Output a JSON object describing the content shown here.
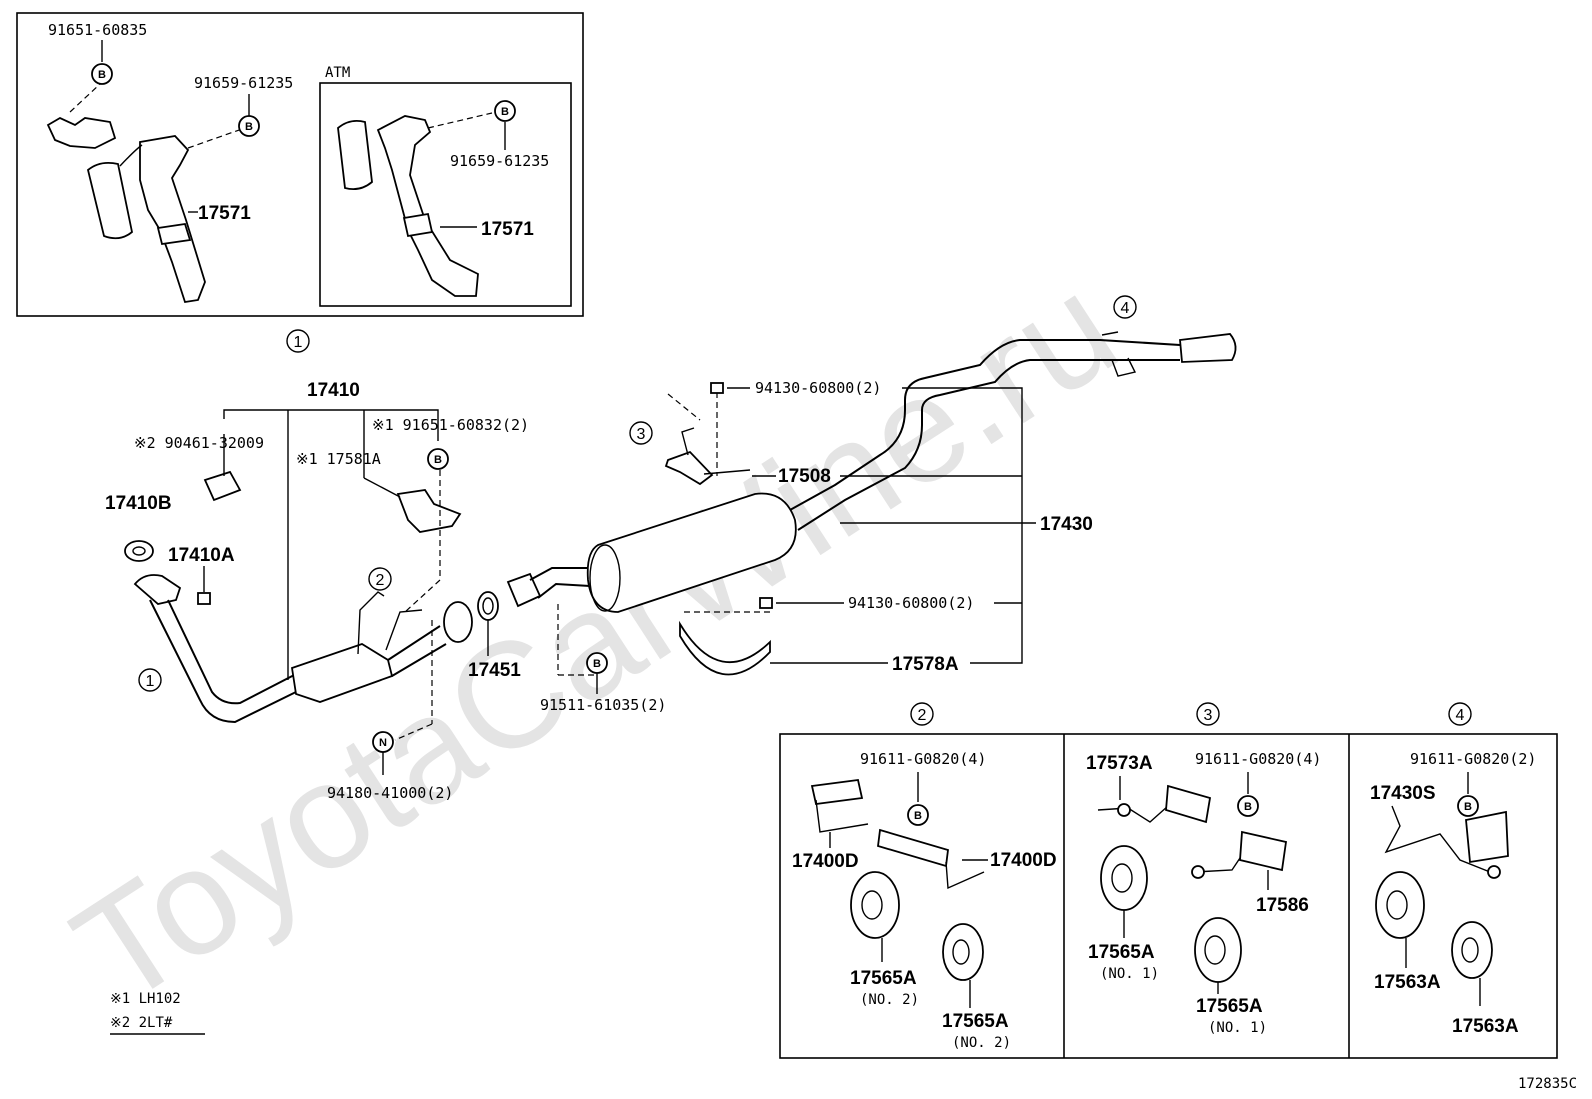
{
  "watermark": "ToyotaCarWine.ru",
  "figure_code": "172835C",
  "inset_top": {
    "ref": "1",
    "atm_label": "ATM",
    "labels": {
      "clamp_bolt": "91651-60835",
      "bolt_left": "91659-61235",
      "bolt_atm": "91659-61235",
      "bracket_left": "17571",
      "bracket_atm": "17571"
    }
  },
  "main": {
    "labels": {
      "p17410": "17410",
      "p90461": "※2 90461-32009",
      "p91651_60832": "※1 91651-60832(2)",
      "p17581A": "※1 17581A",
      "p17410B": "17410B",
      "p17410A": "17410A",
      "p17451": "17451",
      "p91511": "91511-61035(2)",
      "p94180": "94180-41000(2)",
      "p94130_top": "94130-60800(2)",
      "p17508": "17508",
      "p17430": "17430",
      "p94130_bot": "94130-60800(2)",
      "p17578A": "17578A"
    },
    "refs": [
      "1",
      "2",
      "3",
      "4"
    ]
  },
  "detail_panels": [
    {
      "ref": "2",
      "bolt": "91611-G0820(4)",
      "bracket_a": "17400D",
      "bracket_b": "17400D",
      "insulator_a": "17565A",
      "insulator_a_note": "(NO. 2)",
      "insulator_b": "17565A",
      "insulator_b_note": "(NO. 2)"
    },
    {
      "ref": "3",
      "hanger": "17573A",
      "bolt": "91611-G0820(4)",
      "bracket": "17586",
      "insulator_a": "17565A",
      "insulator_a_note": "(NO. 1)",
      "insulator_b": "17565A",
      "insulator_b_note": "(NO. 1)"
    },
    {
      "ref": "4",
      "bolt": "91611-G0820(2)",
      "hanger": "17430S",
      "insulator_a": "17563A",
      "insulator_b": "17563A"
    }
  ],
  "footnotes": {
    "note1": "※1 LH102",
    "note2": "※2 2LT#"
  },
  "bolt_marker": "B",
  "nut_marker": "N"
}
